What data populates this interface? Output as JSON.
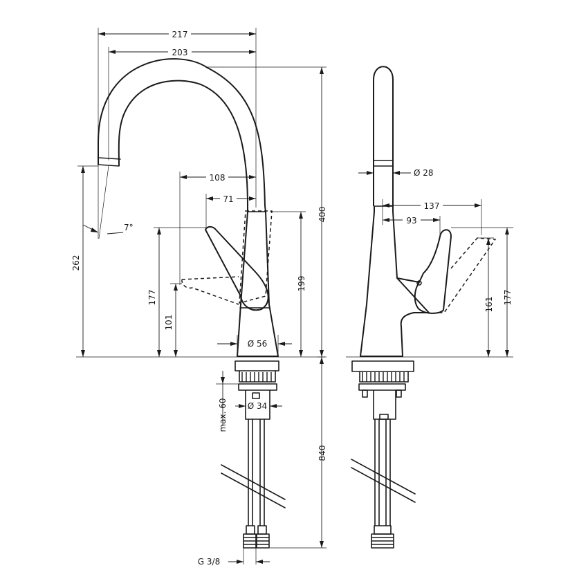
{
  "dimensions": {
    "spout_reach_outer": "217",
    "spout_reach_inner": "203",
    "outlet_tilt": "7°",
    "outlet_height": "262",
    "lever_reach": "108",
    "lever_pivot_offset": "71",
    "lever_height_upper": "177",
    "lever_height_lower": "101",
    "body_height": "199",
    "total_height": "400",
    "base_diameter": "Ø 56",
    "spray_diameter": "Ø 28",
    "side_lever_reach": "137",
    "side_body_offset": "93",
    "side_height_lower": "161",
    "side_height_upper": "177",
    "max_deck_thickness": "max. 60",
    "shank_diameter": "Ø 34",
    "hose_length": "840",
    "connection_thread": "G 3/8"
  }
}
